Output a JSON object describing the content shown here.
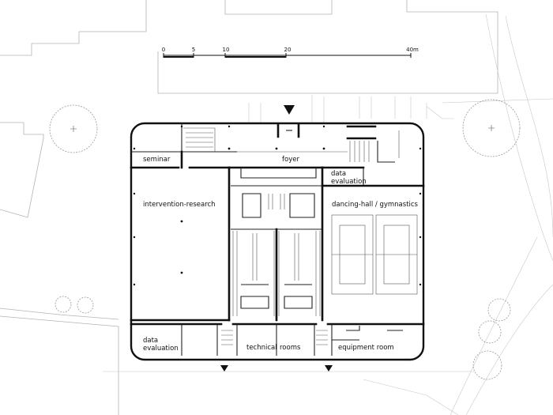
{
  "scale_bar": {
    "ticks": [
      "0",
      "5",
      "10",
      "20",
      "40m"
    ]
  },
  "rooms": {
    "seminar": "seminar",
    "foyer": "foyer",
    "data_evaluation_top_line1": "data",
    "data_evaluation_top_line2": "evaluation",
    "intervention_research": "intervention-research",
    "dancing_hall": "dancing-hall / gymnastics",
    "data_evaluation_bottom_line1": "data",
    "data_evaluation_bottom_line2": "evaluation",
    "technical_rooms_1": "technical",
    "technical_rooms_2": "rooms",
    "equipment_room": "equipment room"
  }
}
